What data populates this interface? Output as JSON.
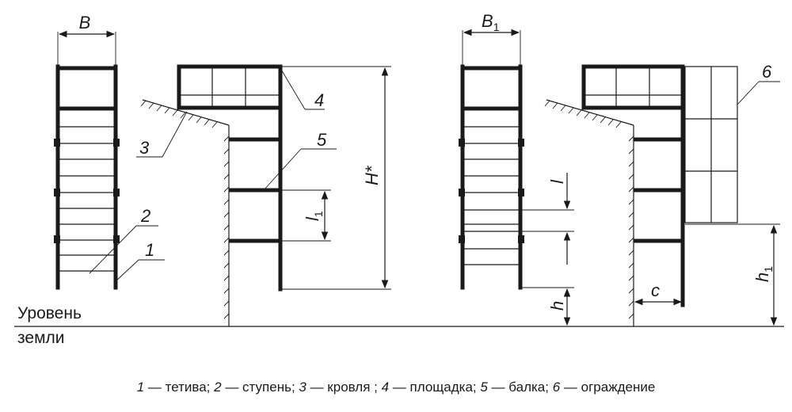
{
  "dimensions": {
    "B": "B",
    "B1": "B",
    "B1_sub": "1",
    "H": "H*",
    "l1": "l",
    "l1_sub": "1",
    "l": "l",
    "h": "h",
    "h1": "h",
    "h1_sub": "1",
    "c": "c"
  },
  "callouts": [
    "1",
    "2",
    "3",
    "4",
    "5",
    "6"
  ],
  "ground_label": {
    "line1": "Уровень",
    "line2": "земли"
  },
  "legend": [
    {
      "num": "1",
      "text": " — тетива; "
    },
    {
      "num": "2",
      "text": " — ступень; "
    },
    {
      "num": "3",
      "text": " — кровля ; "
    },
    {
      "num": "4",
      "text": " — площадка; "
    },
    {
      "num": "5",
      "text": " — балка; "
    },
    {
      "num": "6",
      "text": " — ограждение"
    }
  ]
}
